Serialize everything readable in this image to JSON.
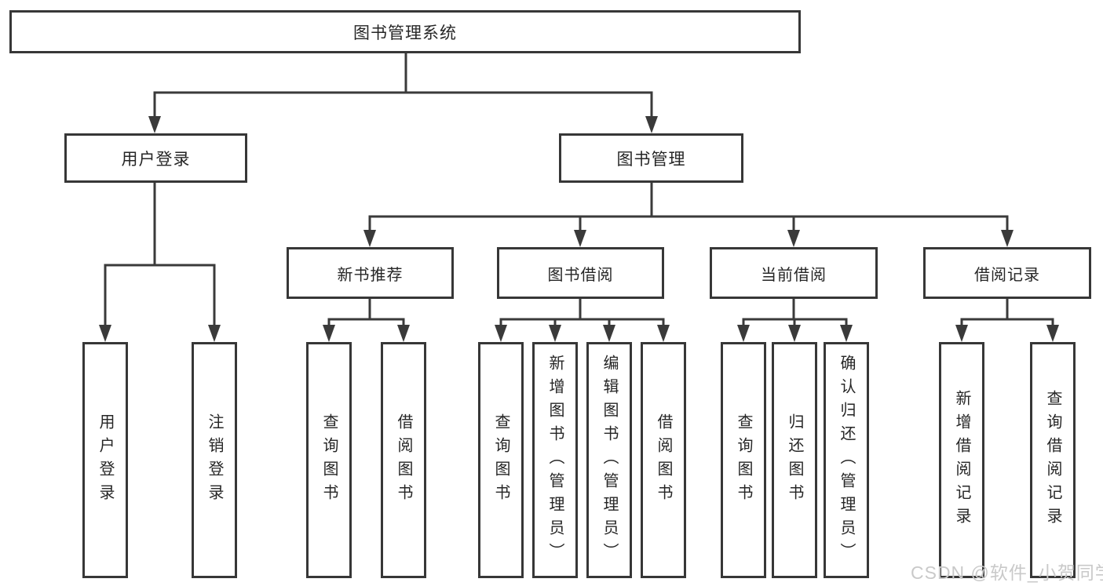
{
  "tree": {
    "label": "图书管理系统",
    "children": [
      {
        "label": "用户登录",
        "children": [
          {
            "label": "用户登录"
          },
          {
            "label": "注销登录"
          }
        ]
      },
      {
        "label": "图书管理",
        "children": [
          {
            "label": "新书推荐",
            "children": [
              {
                "label": "查询图书"
              },
              {
                "label": "借阅图书"
              }
            ]
          },
          {
            "label": "图书借阅",
            "children": [
              {
                "label": "查询图书"
              },
              {
                "label": "新增图书（管理员）"
              },
              {
                "label": "编辑图书（管理员）"
              },
              {
                "label": "借阅图书"
              }
            ]
          },
          {
            "label": "当前借阅",
            "children": [
              {
                "label": "查询图书"
              },
              {
                "label": "归还图书"
              },
              {
                "label": "确认归还（管理员）"
              }
            ]
          },
          {
            "label": "借阅记录",
            "children": [
              {
                "label": "新增借阅记录"
              },
              {
                "label": "查询借阅记录"
              }
            ]
          }
        ]
      }
    ]
  },
  "watermark": {
    "text": "CSDN @软件_小贺同学"
  },
  "colors": {
    "line": "#3a3a3a",
    "box_border": "#373737",
    "text": "#262626",
    "background": "#ffffff",
    "watermark": "#c9c9c9"
  }
}
